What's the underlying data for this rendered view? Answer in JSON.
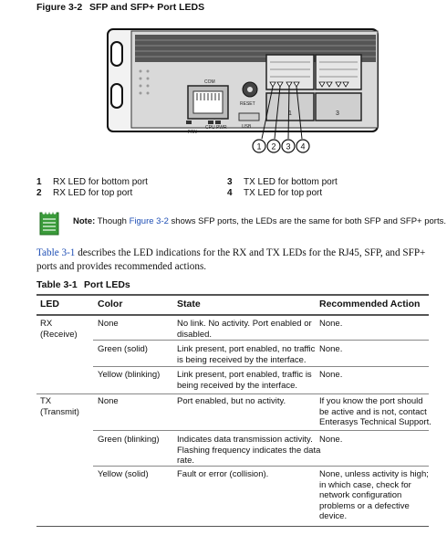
{
  "figure": {
    "number": "Figure 3-2",
    "title": "SFP and SFP+ Port LEDS",
    "labels": {
      "com": "COM",
      "reset": "RESET",
      "fan": "FAN",
      "cpu_pwr": "CPU PWR",
      "usb": "USB",
      "port1": "1",
      "port3": "3"
    },
    "callouts": [
      "1",
      "2",
      "3",
      "4"
    ]
  },
  "legend": [
    {
      "num": "1",
      "text": "RX LED for bottom port"
    },
    {
      "num": "2",
      "text": "RX LED for top port"
    },
    {
      "num": "3",
      "text": "TX LED for bottom port"
    },
    {
      "num": "4",
      "text": "TX LED for top port"
    }
  ],
  "note": {
    "label": "Note:",
    "before": " Though ",
    "link": "Figure 3-2",
    "after": " shows SFP ports, the LEDs are the same for both SFP and SFP+ ports."
  },
  "paragraph": {
    "link": "Table 3-1",
    "text": " describes the LED indications for the RX and TX LEDs for the RJ45, SFP, and SFP+ ports and provides recommended actions."
  },
  "table": {
    "number": "Table 3-1",
    "title": "Port LEDs",
    "headers": [
      "LED",
      "Color",
      "State",
      "Recommended Action"
    ],
    "rows": [
      {
        "led": [
          "RX",
          "(Receive)"
        ],
        "color": "None",
        "state": [
          "No link. No activity. Port enabled or",
          "disabled."
        ],
        "action": [
          "None."
        ]
      },
      {
        "led": [],
        "color": "Green (solid)",
        "state": [
          "Link present, port enabled, no traffic",
          "is being received by the interface."
        ],
        "action": [
          "None."
        ]
      },
      {
        "led": [],
        "color": "Yellow (blinking)",
        "state": [
          "Link present, port enabled, traffic is",
          "being received by the interface."
        ],
        "action": [
          "None."
        ]
      },
      {
        "led": [
          "TX",
          "(Transmit)"
        ],
        "color": "None",
        "state": [
          "Port enabled, but no activity."
        ],
        "action": [
          "If you know the port should",
          "be active and is not, contact",
          "Enterasys Technical Support."
        ]
      },
      {
        "led": [],
        "color": "Green (blinking)",
        "state": [
          "Indicates data transmission activity.",
          "Flashing frequency indicates the data",
          "rate."
        ],
        "action": [
          "None."
        ]
      },
      {
        "led": [],
        "color": "Yellow (solid)",
        "state": [
          "Fault or error (collision)."
        ],
        "action": [
          "None, unless activity is high;",
          "in which case, check for",
          "network configuration",
          "problems or a defective",
          "device."
        ]
      }
    ]
  },
  "colors": {
    "link": "#1f4fb5",
    "note_icon": "#3a9a3a"
  }
}
